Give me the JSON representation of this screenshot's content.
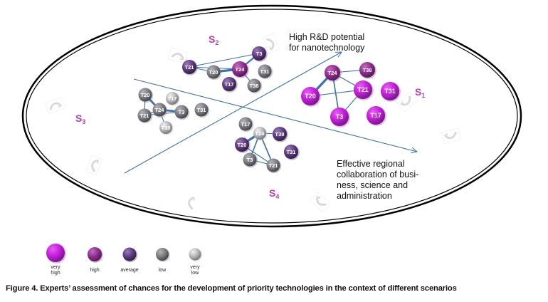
{
  "axes": {
    "rd_potential": "High R&D potential for nanotechnology",
    "rd_potential_lines": [
      "High R&D potential",
      "for nanotechnology"
    ],
    "collaboration_lines": [
      "Effective regional",
      "collaboration of busi-",
      "ness, science and",
      "administration"
    ]
  },
  "scenarios": [
    {
      "id": "S1",
      "letter": "S",
      "index": "1"
    },
    {
      "id": "S2",
      "letter": "S",
      "index": "2"
    },
    {
      "id": "S3",
      "letter": "S",
      "index": "3"
    },
    {
      "id": "S4",
      "letter": "S",
      "index": "4"
    }
  ],
  "levels": {
    "very_high": {
      "color": "#c21ad9",
      "label_lines": [
        "very",
        "high"
      ]
    },
    "high": {
      "color": "#8e2a8c",
      "label_lines": [
        "high"
      ]
    },
    "average": {
      "color": "#5b3a7e",
      "label_lines": [
        "average"
      ]
    },
    "low": {
      "color": "#6e6e74",
      "label_lines": [
        "low"
      ]
    },
    "very_low": {
      "color": "#b4b4b8",
      "label_lines": [
        "very",
        "low"
      ]
    }
  },
  "legend_order": [
    "very_high",
    "high",
    "average",
    "low",
    "very_low"
  ],
  "clusters": {
    "S1": {
      "nodes": [
        {
          "id": "T24",
          "level": "high"
        },
        {
          "id": "T38",
          "level": "high"
        },
        {
          "id": "T21",
          "level": "very_high"
        },
        {
          "id": "T31",
          "level": "very_high"
        },
        {
          "id": "T20",
          "level": "very_high"
        },
        {
          "id": "T3",
          "level": "very_high"
        },
        {
          "id": "T17",
          "level": "very_high"
        }
      ],
      "links": [
        [
          "T24",
          "T38",
          1
        ],
        [
          "T24",
          "T21",
          1
        ],
        [
          "T24",
          "T20",
          3
        ],
        [
          "T24",
          "T3",
          1.5
        ],
        [
          "T20",
          "T21",
          1
        ],
        [
          "T21",
          "T3",
          1
        ]
      ]
    },
    "S2": {
      "nodes": [
        {
          "id": "T21",
          "level": "average"
        },
        {
          "id": "T20",
          "level": "low"
        },
        {
          "id": "T24",
          "level": "high"
        },
        {
          "id": "T3",
          "level": "average"
        },
        {
          "id": "T31",
          "level": "low"
        },
        {
          "id": "T17",
          "level": "average"
        },
        {
          "id": "T38",
          "level": "low"
        }
      ],
      "links": [
        [
          "T21",
          "T3",
          1
        ],
        [
          "T21",
          "T24",
          1
        ],
        [
          "T21",
          "T20",
          1
        ],
        [
          "T20",
          "T24",
          3
        ],
        [
          "T24",
          "T3",
          2
        ],
        [
          "T24",
          "T38",
          1
        ]
      ]
    },
    "S3": {
      "nodes": [
        {
          "id": "T20",
          "level": "low"
        },
        {
          "id": "T17",
          "level": "very_low"
        },
        {
          "id": "T24",
          "level": "low"
        },
        {
          "id": "T3",
          "level": "low"
        },
        {
          "id": "T31",
          "level": "low"
        },
        {
          "id": "T21",
          "level": "low"
        },
        {
          "id": "T38",
          "level": "very_low"
        }
      ],
      "links": [
        [
          "T20",
          "T24",
          2.5
        ],
        [
          "T20",
          "T21",
          1
        ],
        [
          "T24",
          "T3",
          2.5
        ],
        [
          "T24",
          "T21",
          1
        ],
        [
          "T21",
          "T3",
          1
        ],
        [
          "T24",
          "T38",
          1
        ]
      ]
    },
    "S4": {
      "nodes": [
        {
          "id": "T17",
          "level": "low"
        },
        {
          "id": "T24",
          "level": "very_low"
        },
        {
          "id": "T38",
          "level": "average"
        },
        {
          "id": "T20",
          "level": "average"
        },
        {
          "id": "T31",
          "level": "average"
        },
        {
          "id": "T3",
          "level": "low"
        },
        {
          "id": "T21",
          "level": "low"
        }
      ],
      "links": [
        [
          "T24",
          "T38",
          1
        ],
        [
          "T24",
          "T20",
          3
        ],
        [
          "T24",
          "T3",
          1.5
        ],
        [
          "T24",
          "T21",
          1.5
        ],
        [
          "T20",
          "T21",
          1
        ],
        [
          "T3",
          "T21",
          1
        ]
      ]
    }
  },
  "caption": "Figure 4. Experts’ assessment of chances for the development of priority technologies in the context of different scenarios"
}
